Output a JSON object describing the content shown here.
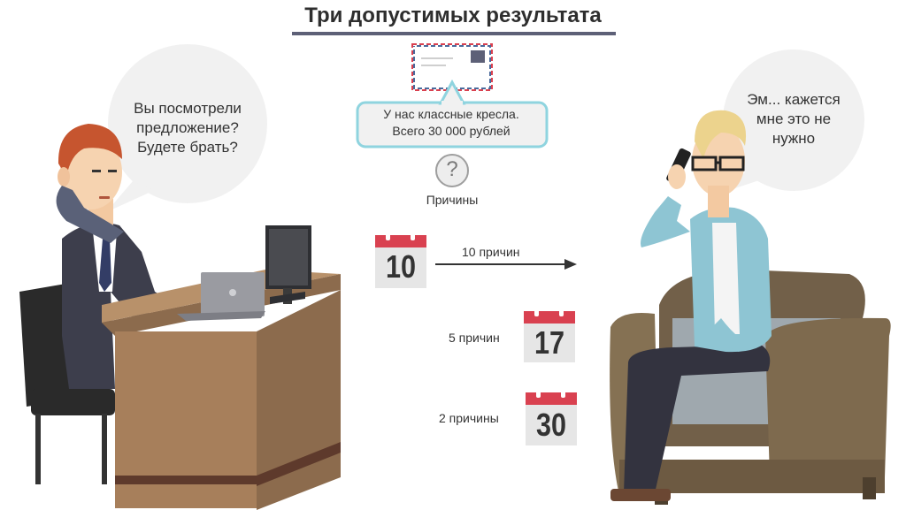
{
  "title": "Три допустимых результата",
  "seller_speech": [
    "Вы посмотрели",
    "предложение?",
    "Будете брать?"
  ],
  "offer": {
    "line1": "У нас классные кресла.",
    "line2": "Всего 30 000 рублей"
  },
  "question_icon": "question-mark-icon",
  "reasons_label": "Причины",
  "outcomes": [
    {
      "day": "10",
      "reasons": "10 причин"
    },
    {
      "day": "17",
      "reasons": "5 причин"
    },
    {
      "day": "30",
      "reasons": "2 причины"
    }
  ],
  "customer_speech": [
    "Эм... кажется",
    "мне это не",
    "нужно"
  ],
  "colors": {
    "calendar_header": "#d94150",
    "offer_border": "#8fd4df",
    "title_underline": "#5d6077",
    "speech_bubble": "#f1f1f1"
  }
}
